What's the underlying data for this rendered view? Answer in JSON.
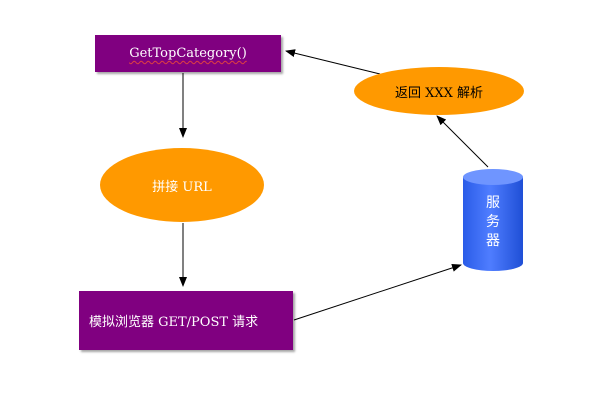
{
  "diagram": {
    "nodes": {
      "get_top_category": {
        "label": "GetTopCategory()",
        "shape": "rectangle",
        "color": "#800080"
      },
      "build_url": {
        "label": "拼接 URL",
        "shape": "ellipse",
        "color": "#ff9900"
      },
      "simulate_request": {
        "label": "模拟浏览器 GET/POST 请求",
        "shape": "rectangle",
        "color": "#800080"
      },
      "server": {
        "label": "服\n务\n器",
        "shape": "cylinder",
        "color": "#3366ff"
      },
      "return_parse": {
        "label": "返回 XXX 解析",
        "shape": "ellipse",
        "color": "#ff9900"
      }
    },
    "edges": [
      {
        "from": "get_top_category",
        "to": "build_url"
      },
      {
        "from": "build_url",
        "to": "simulate_request"
      },
      {
        "from": "simulate_request",
        "to": "server"
      },
      {
        "from": "server",
        "to": "return_parse"
      },
      {
        "from": "return_parse",
        "to": "get_top_category"
      }
    ]
  }
}
